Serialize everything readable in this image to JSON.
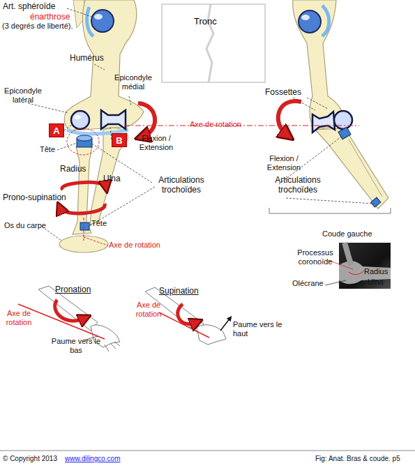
{
  "diagram": {
    "caption": "Fig: Anat. Bras & coude. p5",
    "nodes": [
      {
        "text": [
          "Tronc"
        ]
      },
      {
        "text": [
          "A"
        ]
      },
      {
        "text": [
          "B"
        ]
      }
    ],
    "labels": [
      "Art. sphéroïde",
      "énarthrose",
      "(3 degrés de liberté).",
      "Humérus",
      "Epicondyle latéral",
      "Epicondyle médial",
      "Flexion / Extension",
      "Axe de rotation",
      "Tête",
      "Radius",
      "Ulna",
      "Articulations trochoïdes",
      "Prono-supination",
      "Tête",
      "Os du carpe",
      "Axe de rotation",
      "Fossettes",
      "Flexion / Extension",
      "Articulations trochoïdes",
      "Coude gauche",
      "Processus coronoïde",
      "Radius",
      "Ulna",
      "Olécrane",
      "Pronation",
      "Axe de rotation",
      "Paume vers le bas",
      "Supination",
      "Axe de rotation",
      "Paume vers le haut",
      "© Copyright 2013",
      "www.dilingco.com"
    ]
  }
}
